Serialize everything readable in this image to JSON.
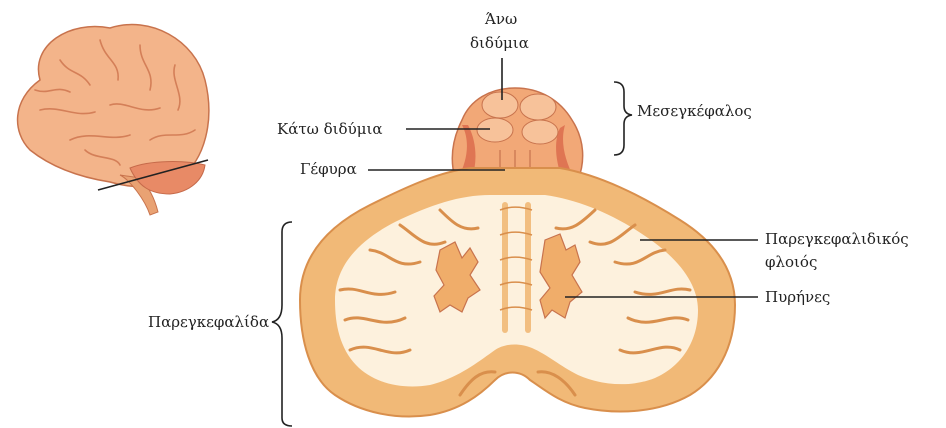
{
  "labels": {
    "superior_colliculi_line1": "Άνω",
    "superior_colliculi_line2": "διδύμια",
    "inferior_colliculi": "Κάτω διδύμια",
    "midbrain": "Μεσεγκέφαλος",
    "pons": "Γέφυρα",
    "cerebellar_cortex_line1": "Παρεγκεφαλιδικός",
    "cerebellar_cortex_line2": "φλοιός",
    "nuclei": "Πυρήνες",
    "cerebellum": "Παρεγκεφαλίδα"
  },
  "colors": {
    "cortex": "#f1b977",
    "cortex_dark": "#d98f4c",
    "white_matter": "#fdf1dd",
    "brainstem": "#f2a877",
    "brainstem_dark": "#d9684a",
    "brain": "#f3b48a",
    "brain_sulci": "#d47f58",
    "leader_line": "#222222"
  }
}
